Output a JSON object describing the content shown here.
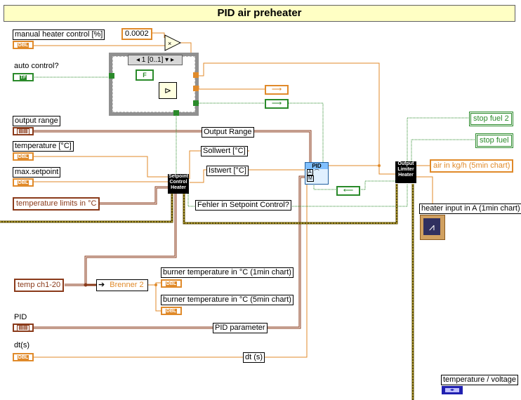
{
  "title": "PID air preheater",
  "controls": {
    "manual_heater_control": {
      "label": "manual heater control [%]",
      "type": "DBL"
    },
    "auto_control": {
      "label": "auto control?",
      "type": "TF"
    },
    "output_range": {
      "label": "output range",
      "type": "cluster"
    },
    "temperature": {
      "label": "temperature [°C]",
      "type": "DBL"
    },
    "max_setpoint": {
      "label": "max.setpoint",
      "type": "DBL"
    },
    "temperature_limits": {
      "label": "temperature limits in °C"
    },
    "temp_ch": {
      "label": "temp ch1-20"
    },
    "pid": {
      "label": "PID",
      "type": "cluster"
    },
    "dt": {
      "label": "dt(s)",
      "type": "DBL"
    }
  },
  "constants": {
    "gain": "0.0002",
    "case_selector": "1 [0..1]",
    "false_const": "F",
    "brenner": "Brenner 2"
  },
  "wire_labels": {
    "output_range": "Output Range",
    "sollwert": "Sollwert [°C]",
    "istwert": "Istwert [°C]",
    "fehler": "Fehler in Setpoint Control?",
    "pid_parameter": "PID parameter",
    "dt": "dt (s)"
  },
  "subvis": {
    "setpoint_control": [
      "Setpoint",
      "Control",
      "Heater"
    ],
    "pid": {
      "title": "PID",
      "ports": [
        "A",
        "M"
      ]
    },
    "output_limiter": [
      "Output",
      "Limiter",
      "Heater"
    ]
  },
  "indicators": {
    "stop_fuel_2": "stop fuel 2",
    "stop_fuel": "stop fuel",
    "air_kg_h": "air in kg/h (5min chart)",
    "heater_input": "heater input in A (1min chart)",
    "burner_temp_1min": "burner temperature in °C (1min chart)",
    "burner_temp_5min": "burner temperature in °C (5min chart)",
    "temperature_voltage": "temperature / voltage"
  },
  "type_tags": {
    "dbl": "DBL",
    "tf": "TF",
    "cluster": "▤▤"
  },
  "colors": {
    "orange": "#e08a2a",
    "brown": "#8a3a1a",
    "green": "#2a8a2a",
    "blue": "#2020b0",
    "title_bg": "#ffffc4"
  }
}
